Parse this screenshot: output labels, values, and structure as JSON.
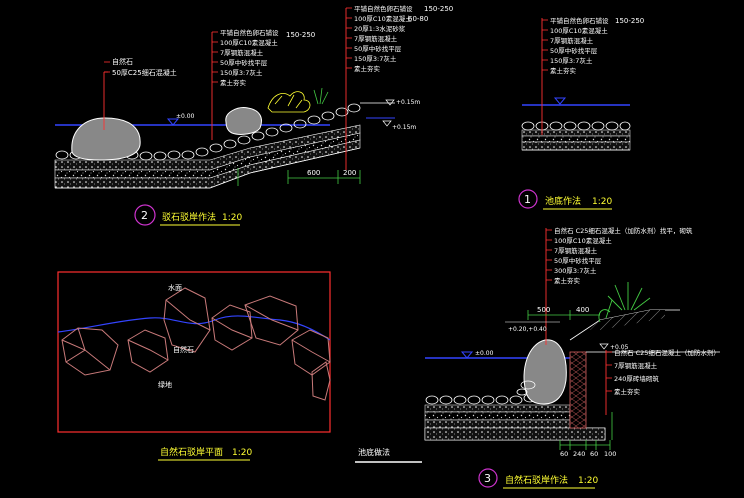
{
  "colors": {
    "background": "#000000",
    "leader_red": "#ff3030",
    "water_blue": "#3344ff",
    "label_yellow": "#ffff33",
    "section_white": "#ffffff",
    "rock_pink": "#c97a7a",
    "plant_green": "#44cc44",
    "title_magenta": "#cc33cc"
  },
  "detail1": {
    "number": "1",
    "title": "池底作法",
    "scale": "1:20",
    "dim_range": "150-250",
    "layers": [
      "平铺自然色卵石铺设",
      "100厚C10素混凝土",
      "7厚钢筋混凝土",
      "50厚中砂找平层",
      "150厚3:7灰土",
      "素土夯实"
    ]
  },
  "detail2": {
    "number": "2",
    "title": "驳石驳岸作法",
    "scale": "1:20",
    "rock_note": [
      "自然石",
      "50厚C25细石混凝土"
    ],
    "layers_mid": [
      "平铺自然色卵石铺设",
      "100厚C10素混凝土",
      "7厚钢筋混凝土",
      "50厚中砂找平层",
      "150厚3:7灰土",
      "素土夯实"
    ],
    "dim_mid": "150-250",
    "layers_top": [
      "平铺自然色卵石铺设",
      "100厚C10素混凝土",
      "20厚1:3水泥砂浆",
      "7厚钢筋混凝土",
      "50厚中砂找平层",
      "150厚3:7灰土",
      "素土夯实"
    ],
    "dim_top_1": "150-250",
    "dim_top_2": "60-80",
    "level_water": "±0.00",
    "level_top": "+0.15m",
    "level_bottom": "+0.15m",
    "dim_600": "600",
    "dim_200": "200"
  },
  "detail3": {
    "number": "3",
    "title": "自然石驳岸作法",
    "scale": "1:20",
    "layers_top": [
      "自然石 C25细石混凝土（加防水剂）找平，砌筑",
      "100厚C10素混凝土",
      "7厚钢筋混凝土",
      "50厚中砂找平层",
      "300厚3:7灰土",
      "素土夯实"
    ],
    "layers_right": [
      "自然石 C25细石混凝土（加防水剂）",
      "7厚钢筋混凝土",
      "240厚砖墙砌筑",
      "素土夯实"
    ],
    "level_water": "±0.00",
    "level_ground": "+0.20,+0.40",
    "level_wall": "+0.05",
    "dim_500": "500",
    "dim_400": "400",
    "dims_bottom": [
      "60",
      "240",
      "60",
      "100"
    ]
  },
  "plan": {
    "title": "自然石驳岸平面",
    "scale": "1:20",
    "label_water": "水面",
    "label_stone": "自然石",
    "label_green": "绿地"
  },
  "misc": {
    "pool_bottom_label": "池底做法"
  }
}
